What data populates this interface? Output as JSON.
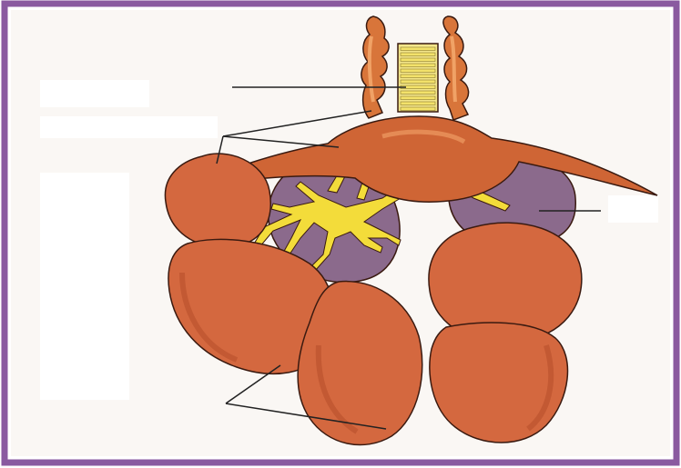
{
  "diagram": {
    "frame_color": "#8a5aa0",
    "colors": {
      "background": "#ffffff",
      "paper_tint": "#f6f1ec",
      "outline": "#3a1a10",
      "thyroid": "#d8753a",
      "thymus": "#cf6535",
      "lung_lobe": "#d4683f",
      "lung_lobe_shade": "#b8502c",
      "purple_tissue": "#8b6a8c",
      "purple_shade": "#6e4f72",
      "bronchi": "#f3dc3a",
      "trachea_rings": "#f3e26a",
      "leader_line": "#222222"
    },
    "structures": [
      {
        "id": "trachea",
        "kind": "tube"
      },
      {
        "id": "thyroid-left",
        "kind": "lobe"
      },
      {
        "id": "thyroid-right",
        "kind": "lobe"
      },
      {
        "id": "thymus-body",
        "kind": "gland"
      },
      {
        "id": "bronchial-tree",
        "kind": "branching"
      },
      {
        "id": "left-upper-lobe",
        "kind": "lobe"
      },
      {
        "id": "right-lobes",
        "kind": "lobe"
      },
      {
        "id": "purple-lobe-left",
        "kind": "lobe"
      },
      {
        "id": "purple-lobe-right",
        "kind": "lobe"
      }
    ],
    "labels": []
  }
}
